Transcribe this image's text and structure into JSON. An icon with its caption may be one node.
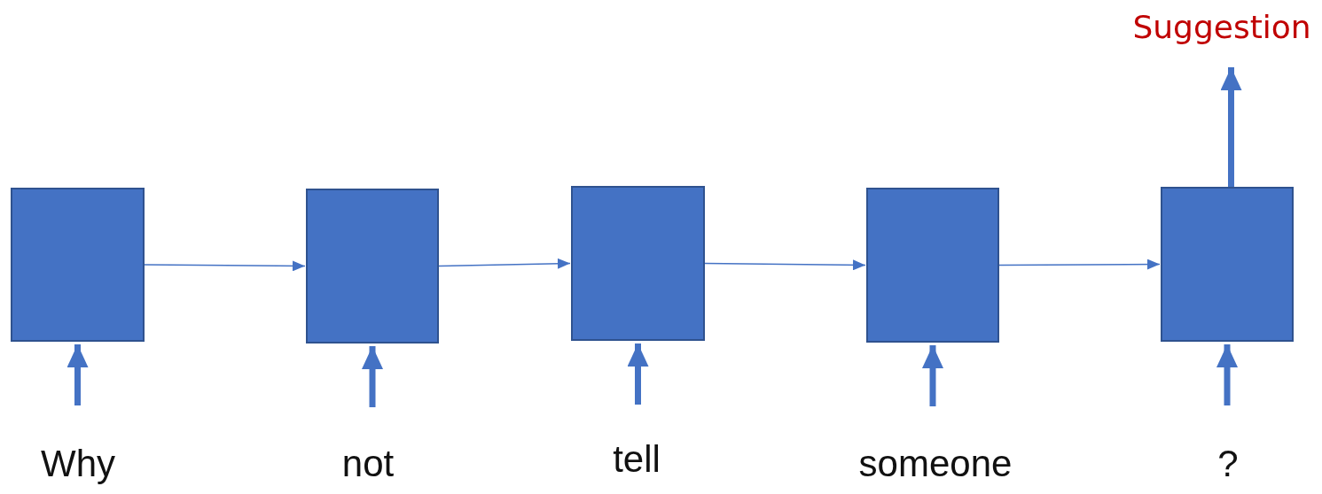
{
  "diagram": {
    "nodes": [
      {
        "text": [],
        "shape": "box"
      },
      {
        "text": [],
        "shape": "box"
      },
      {
        "text": [],
        "shape": "box"
      },
      {
        "text": [],
        "shape": "box"
      },
      {
        "text": [],
        "shape": "box"
      },
      {
        "text": [
          "Suggestion"
        ]
      }
    ],
    "edges": [
      {
        "from": 0,
        "to": 1,
        "arrow": "to"
      },
      {
        "from": 1,
        "to": 2,
        "arrow": "to"
      },
      {
        "from": 2,
        "to": 3,
        "arrow": "to"
      },
      {
        "from": 3,
        "to": 4,
        "arrow": "to"
      },
      {
        "from": null,
        "to": 0,
        "arrow": "to"
      },
      {
        "from": null,
        "to": 1,
        "arrow": "to"
      },
      {
        "from": null,
        "to": 2,
        "arrow": "to"
      },
      {
        "from": null,
        "to": 3,
        "arrow": "to"
      },
      {
        "from": null,
        "to": 4,
        "arrow": "to"
      },
      {
        "from": 4,
        "to": 5,
        "arrow": "to"
      }
    ],
    "labels": [
      "Why",
      "not",
      "tell",
      "someone",
      "?"
    ]
  }
}
